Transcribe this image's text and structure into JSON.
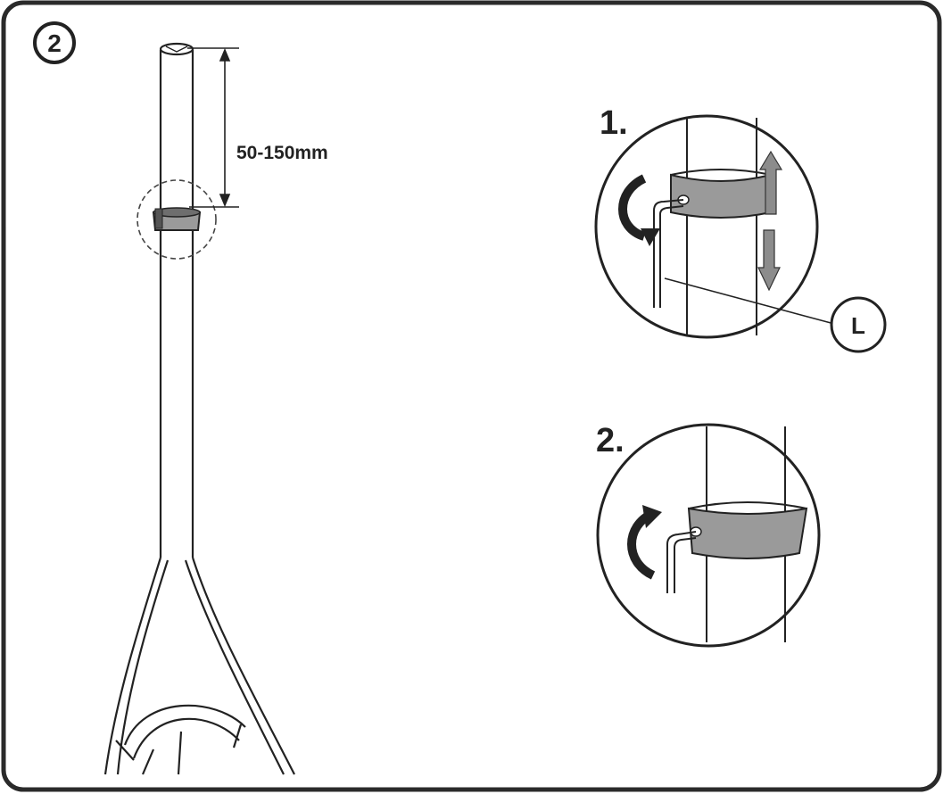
{
  "step_number": "2",
  "height_label": "50-150mm",
  "substeps": [
    {
      "label": "1."
    },
    {
      "label": "2."
    }
  ],
  "tool_callout": "L",
  "colors": {
    "line": "#222222",
    "background": "#ffffff",
    "panel_border": "#2a2a2a",
    "clamp_fill": "#9a9a9a",
    "clamp_dark": "#6e6e6e",
    "arrow_fill": "#8c8c8c"
  }
}
